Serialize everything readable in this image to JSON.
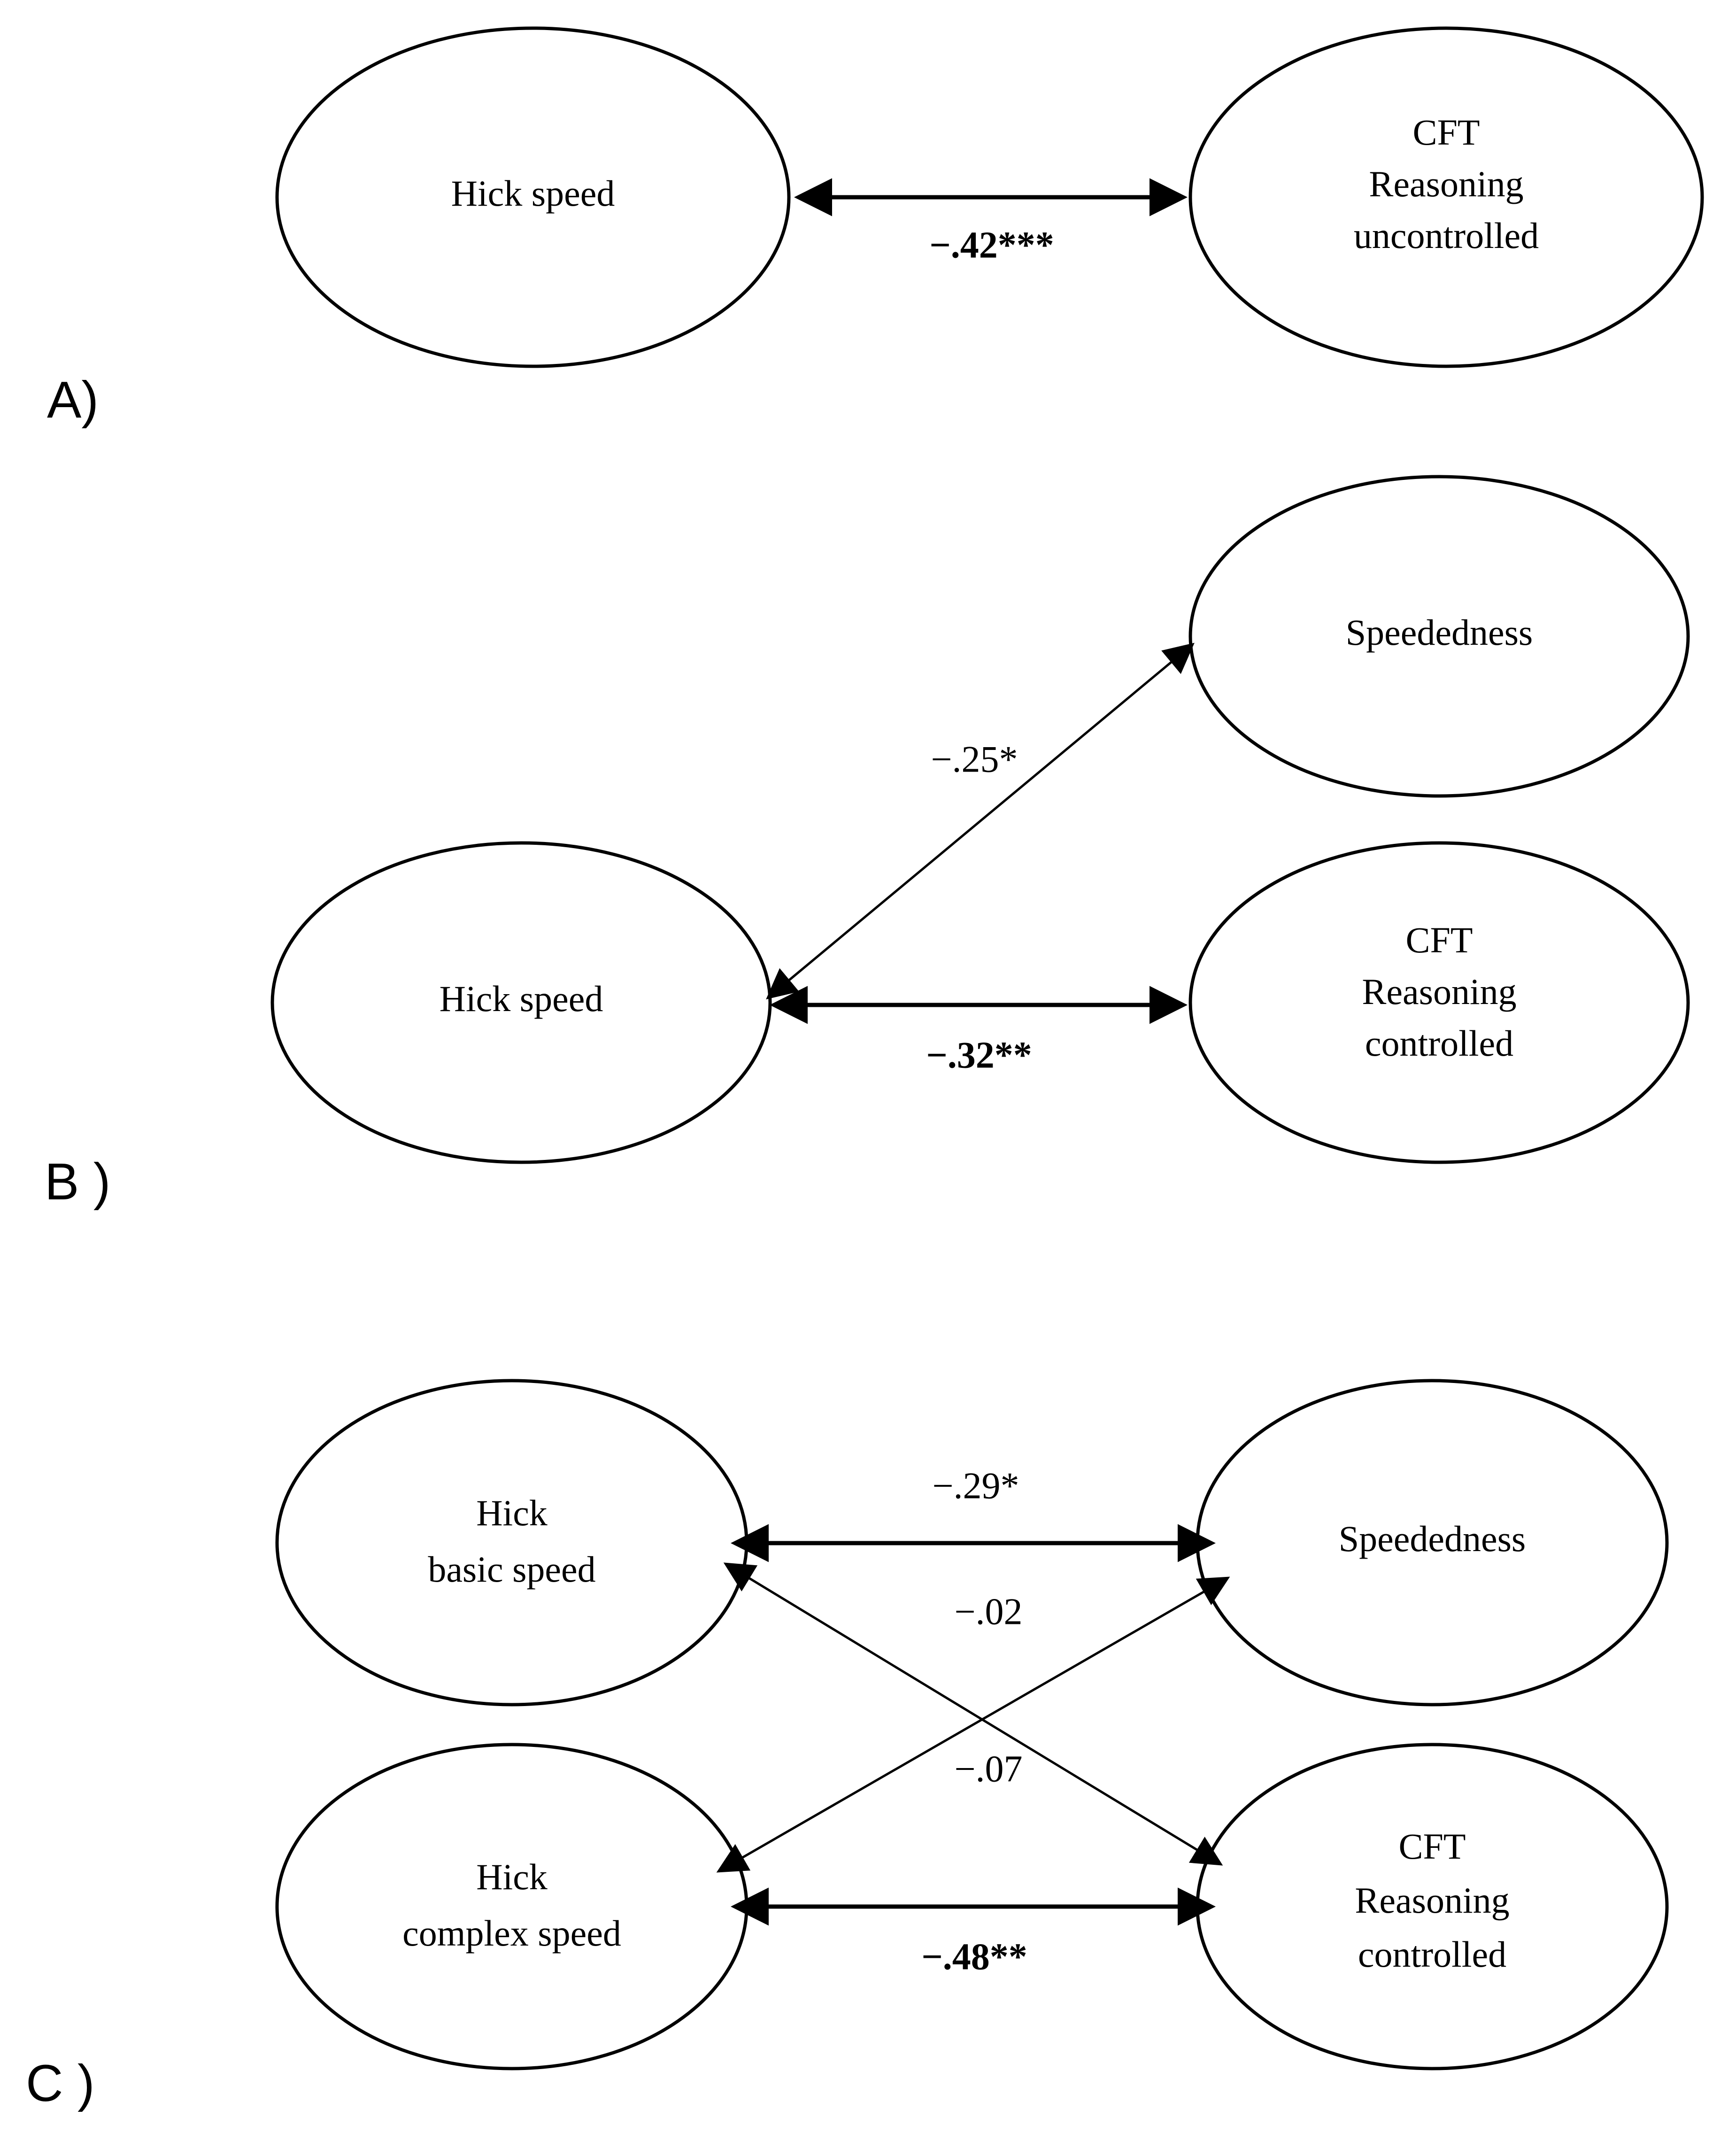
{
  "figure": {
    "type": "path-diagram",
    "background_color": "#ffffff",
    "stroke_color": "#000000",
    "panel_count": 3
  },
  "panels": [
    {
      "letter": "A)",
      "nodes": [
        {
          "id": "hick-speed-a",
          "label": "Hick speed",
          "lines": [
            "Hick speed"
          ]
        },
        {
          "id": "cft-uncontrolled",
          "label": "CFT Reasoning uncontrolled",
          "lines": [
            "CFT",
            "Reasoning",
            "uncontrolled"
          ]
        }
      ],
      "paths": [
        {
          "id": "a-path-1",
          "from": "hick-speed-a",
          "to": "cft-uncontrolled",
          "coefficient": "−.42***",
          "bold": true,
          "double_headed": true
        }
      ]
    },
    {
      "letter": "B )",
      "nodes": [
        {
          "id": "hick-speed-b",
          "label": "Hick speed",
          "lines": [
            "Hick speed"
          ]
        },
        {
          "id": "speededness-b",
          "label": "Speededness",
          "lines": [
            "Speededness"
          ]
        },
        {
          "id": "cft-controlled-b",
          "label": "CFT Reasoning controlled",
          "lines": [
            "CFT",
            "Reasoning",
            "controlled"
          ]
        }
      ],
      "paths": [
        {
          "id": "b-path-1",
          "from": "hick-speed-b",
          "to": "speededness-b",
          "coefficient": "−.25*",
          "bold": false,
          "double_headed": true
        },
        {
          "id": "b-path-2",
          "from": "hick-speed-b",
          "to": "cft-controlled-b",
          "coefficient": "−.32**",
          "bold": true,
          "double_headed": true
        }
      ]
    },
    {
      "letter": "C )",
      "nodes": [
        {
          "id": "hick-basic-speed",
          "label": "Hick basic speed",
          "lines": [
            "Hick",
            "basic speed"
          ]
        },
        {
          "id": "speededness-c",
          "label": "Speededness",
          "lines": [
            "Speededness"
          ]
        },
        {
          "id": "hick-complex-speed",
          "label": "Hick complex speed",
          "lines": [
            "Hick",
            "complex speed"
          ]
        },
        {
          "id": "cft-controlled-c",
          "label": "CFT Reasoning controlled",
          "lines": [
            "CFT",
            "Reasoning",
            "controlled"
          ]
        }
      ],
      "paths": [
        {
          "id": "c-path-1",
          "from": "hick-basic-speed",
          "to": "speededness-c",
          "coefficient": "−.29*",
          "bold": false,
          "double_headed": true
        },
        {
          "id": "c-path-2",
          "from": "hick-complex-speed",
          "to": "speededness-c",
          "coefficient": "−.02",
          "bold": false,
          "double_headed": true
        },
        {
          "id": "c-path-3",
          "from": "hick-basic-speed",
          "to": "cft-controlled-c",
          "coefficient": "−.07",
          "bold": false,
          "double_headed": true
        },
        {
          "id": "c-path-4",
          "from": "hick-complex-speed",
          "to": "cft-controlled-c",
          "coefficient": "−.48**",
          "bold": true,
          "double_headed": true
        }
      ]
    }
  ],
  "text": {
    "panel_a_letter": "A)",
    "panel_b_letter": "B )",
    "panel_c_letter": "C )",
    "a_node_1_l1": "Hick speed",
    "a_node_2_l1": "CFT",
    "a_node_2_l2": "Reasoning",
    "a_node_2_l3": "uncontrolled",
    "a_coef_1": "−.42***",
    "b_node_1_l1": "Hick speed",
    "b_node_2_l1": "Speededness",
    "b_node_3_l1": "CFT",
    "b_node_3_l2": "Reasoning",
    "b_node_3_l3": "controlled",
    "b_coef_1": "−.25*",
    "b_coef_2": "−.32**",
    "c_node_1_l1": "Hick",
    "c_node_1_l2": "basic speed",
    "c_node_2_l1": "Speededness",
    "c_node_3_l1": "Hick",
    "c_node_3_l2": "complex speed",
    "c_node_4_l1": "CFT",
    "c_node_4_l2": "Reasoning",
    "c_node_4_l3": "controlled",
    "c_coef_1": "−.29*",
    "c_coef_2": "−.02",
    "c_coef_3": "−.07",
    "c_coef_4": "−.48**"
  }
}
